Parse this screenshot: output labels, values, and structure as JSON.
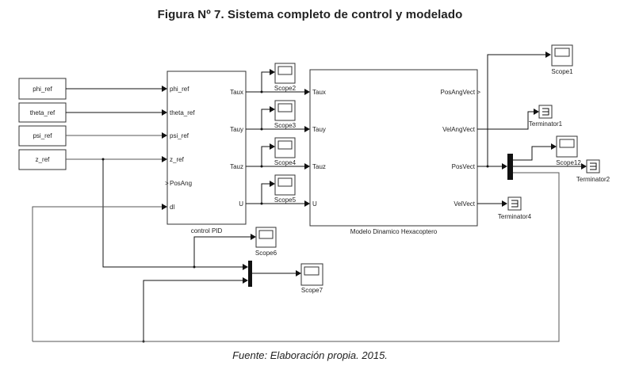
{
  "figure": {
    "title": "Figura Nº 7. Sistema completo de control y modelado",
    "caption": "Fuente: Elaboración propia. 2015."
  },
  "sources": [
    {
      "label": "phi_ref"
    },
    {
      "label": "theta_ref"
    },
    {
      "label": "psi_ref"
    },
    {
      "label": "z_ref"
    }
  ],
  "controller": {
    "name": "control PID",
    "inputs": [
      "phi_ref",
      "theta_ref",
      "psi_ref",
      "z_ref",
      "PosAng",
      "dl"
    ],
    "outputs": [
      "Taux",
      "Tauy",
      "Tauz",
      "U"
    ]
  },
  "model": {
    "name": "Modelo Dinamico Hexacoptero",
    "inputs": [
      "Taux",
      "Tauy",
      "Tauz",
      "U"
    ],
    "outputs": [
      "PosAngVect >",
      "VelAngVect",
      "PosVect",
      "VelVect"
    ]
  },
  "scopes": {
    "s2": "Scope2",
    "s3": "Scope3",
    "s4": "Scope4",
    "s5": "Scope5",
    "s6": "Scope6",
    "s7": "Scope7",
    "s1": "Scope1",
    "s12": "Scope12"
  },
  "terminators": {
    "t1": "Terminator1",
    "t2": "Terminator2",
    "t4": "Terminator4"
  }
}
